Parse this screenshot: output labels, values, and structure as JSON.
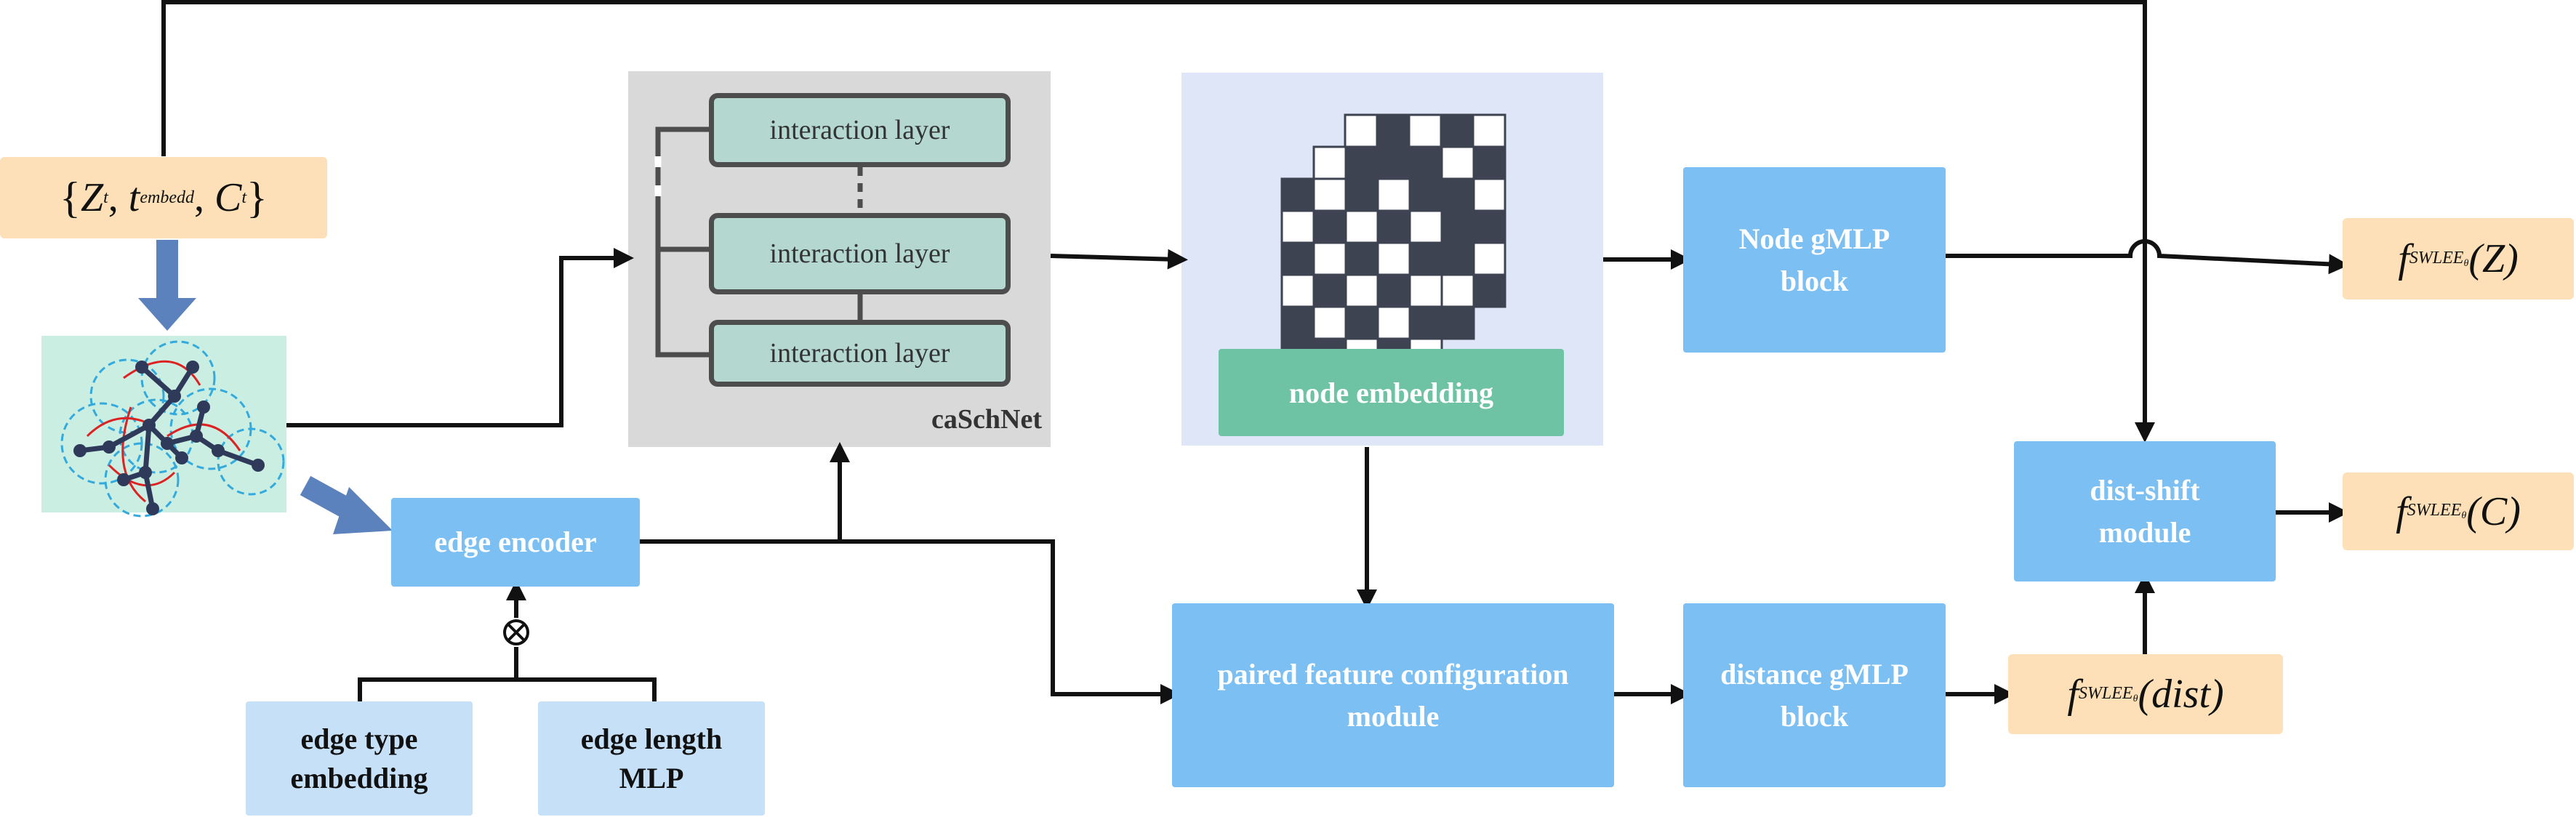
{
  "input_box": {
    "open": "{",
    "z": "Z",
    "z_sub": "t",
    "sep1": ", ",
    "t": "t",
    "t_sub": "embedd",
    "sep2": ", ",
    "c": "C",
    "c_sub": "t",
    "close": "}"
  },
  "caschnet": {
    "label": "caSchNet",
    "layers": [
      "interaction layer",
      "interaction layer",
      "interaction layer"
    ]
  },
  "node_embedding_label": "node embedding",
  "edge_encoder_label": "edge encoder",
  "edge_type_embedding": [
    "edge type",
    "embedding"
  ],
  "edge_length_mlp": [
    "edge length",
    "MLP"
  ],
  "node_gmlp_block": [
    "Node gMLP",
    "block"
  ],
  "paired_feature_module": [
    "paired feature configuration",
    "module"
  ],
  "distance_gmlp_block": [
    "distance gMLP",
    "block"
  ],
  "dist_shift_module": [
    "dist-shift",
    "module"
  ],
  "outputs": {
    "f": "f",
    "sub": "SWLEE",
    "subsub": "θ",
    "z_arg": "(Z)",
    "c_arg": "(C)",
    "dist_arg": "(dist)"
  },
  "multiply_symbol": "⊗",
  "colors": {
    "blue_block": "#7cbff2",
    "light_blue_block": "#c5e0f7",
    "orange_io": "#fde0b7",
    "teal": "#6fc3a5",
    "caschnet_bg": "#d9d9d9",
    "embedding_bg": "#dfe6f7",
    "dark_cell": "#3d4350"
  }
}
